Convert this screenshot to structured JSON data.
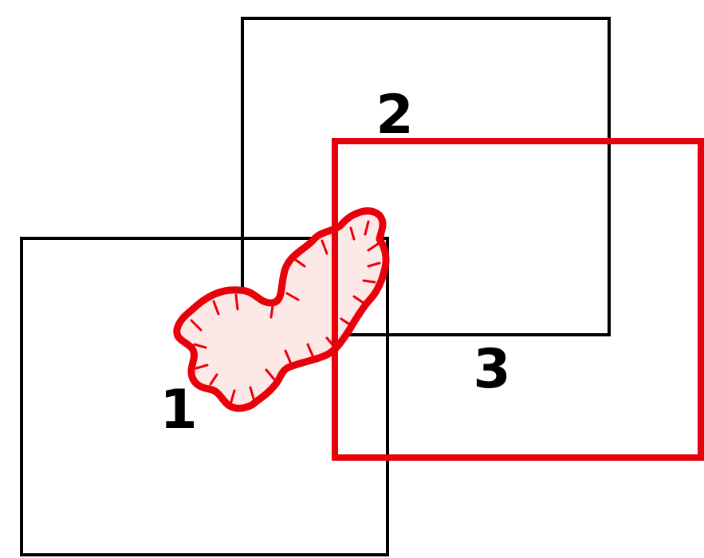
{
  "diagram": {
    "labels": {
      "box1": "1",
      "box2": "2",
      "box3": "3"
    },
    "colors": {
      "outline": "#000000",
      "highlight": "#e8000b",
      "region_fill": "#fde8e8",
      "background": "#ffffff"
    }
  }
}
